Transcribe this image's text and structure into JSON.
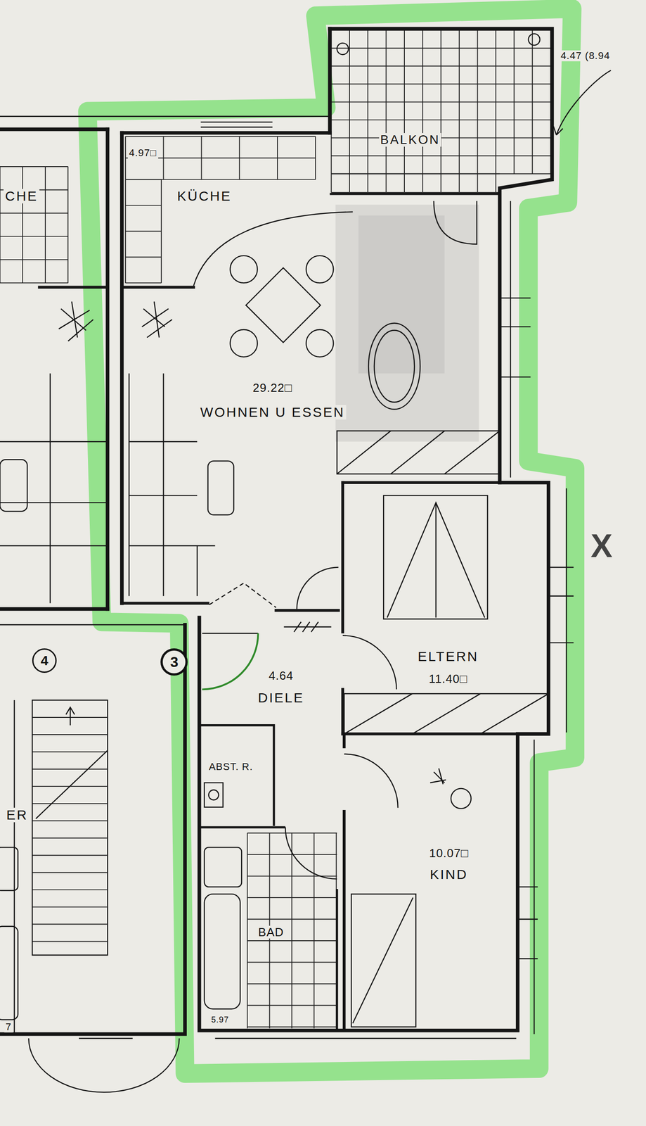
{
  "diagram": {
    "nodes": [
      {
        "text": [
          "BALKON"
        ]
      },
      {
        "text": [
          "4.97□",
          "KÜCHE"
        ]
      },
      {
        "text": [
          "29.22□",
          "WOHNEN U ESSEN"
        ]
      },
      {
        "text": [
          "4"
        ]
      },
      {
        "text": [
          "3"
        ]
      },
      {
        "text": [
          "4.64",
          "DIELE"
        ]
      },
      {
        "text": [
          "ELTERN",
          "11.40□"
        ]
      },
      {
        "text": [
          "ABST. R."
        ]
      },
      {
        "text": [
          "10.07□",
          "KIND"
        ]
      },
      {
        "text": [
          "BAD",
          "5.97"
        ]
      }
    ],
    "labels": [
      "4.47 (8.94",
      "CHE",
      "X",
      "ER",
      "7"
    ]
  }
}
